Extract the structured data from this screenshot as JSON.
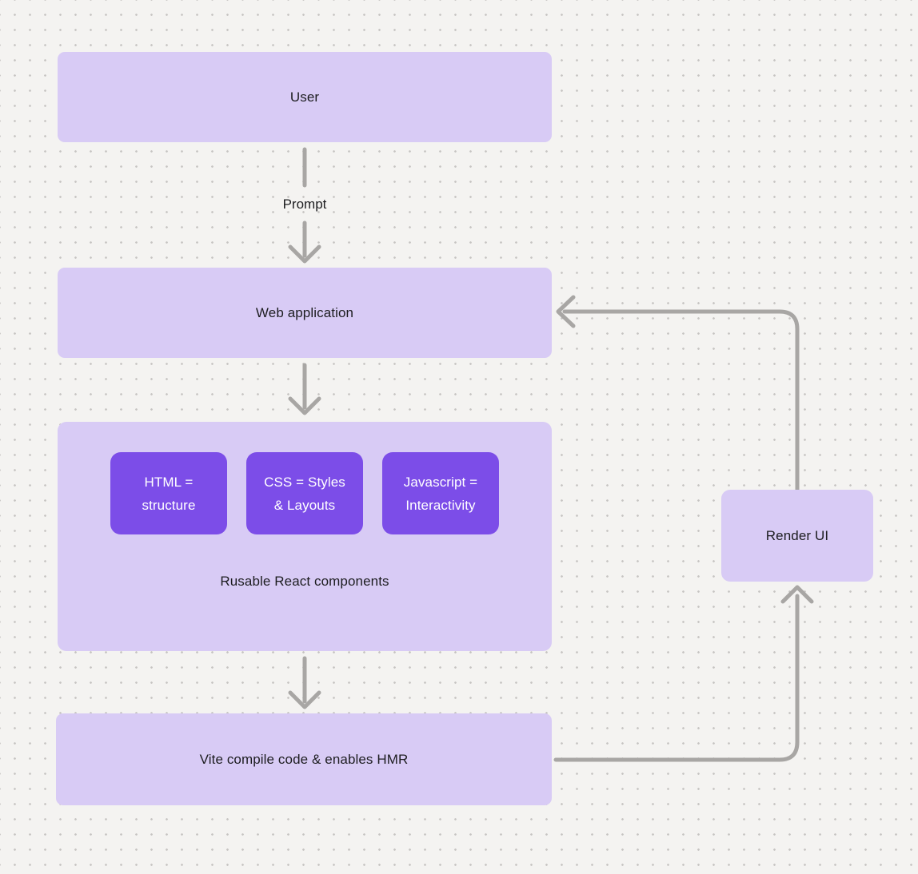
{
  "diagram": {
    "nodes": {
      "user": {
        "label": "User"
      },
      "web_application": {
        "label": "Web application"
      },
      "components": {
        "items": [
          {
            "label": "HTML =\nstructure"
          },
          {
            "label": "CSS = Styles\n& Layouts"
          },
          {
            "label": "Javascript =\nInteractivity"
          }
        ],
        "caption": "Rusable React components"
      },
      "vite": {
        "label": "Vite compile code & enables HMR"
      },
      "render_ui": {
        "label": "Render UI"
      }
    },
    "edge_labels": {
      "prompt": "Prompt"
    },
    "colors": {
      "background": "#f4f3f1",
      "grid_dot": "#c6c4c2",
      "node_fill": "#d8cbf5",
      "node_text": "#1d1d20",
      "chip_fill": "#7c4de8",
      "chip_text": "#ffffff",
      "connector": "#a8a6a4"
    }
  }
}
